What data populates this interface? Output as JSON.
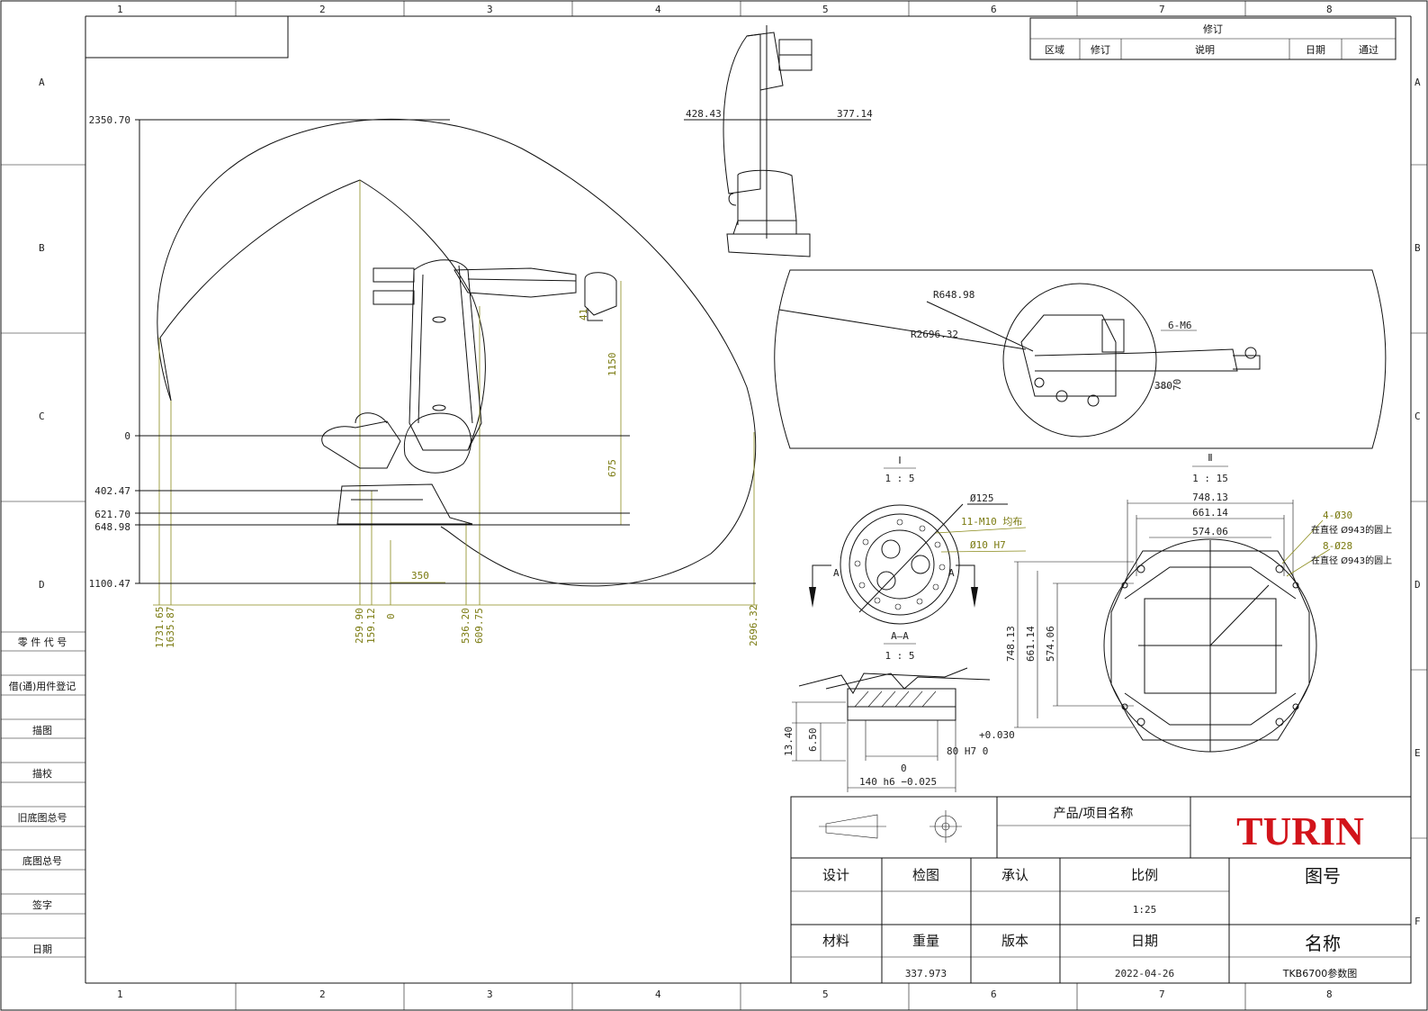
{
  "border": {
    "columns": [
      "1",
      "2",
      "3",
      "4",
      "5",
      "6",
      "7",
      "8"
    ],
    "rows": [
      "A",
      "B",
      "C",
      "D",
      "E",
      "F"
    ]
  },
  "revision_table": {
    "title": "修订",
    "headers": [
      "区域",
      "修订",
      "说明",
      "日期",
      "通过"
    ]
  },
  "left_block": {
    "labels": [
      "零 件 代 号",
      "借(通)用件登记",
      "描图",
      "描校",
      "旧底图总号",
      "底图总号",
      "签字",
      "日期"
    ]
  },
  "side_view": {
    "y_levels": [
      "2350.70",
      "0",
      "402.47",
      "621.70",
      "648.98",
      "1100.47"
    ],
    "x_dims": [
      "1731.65",
      "1635.87",
      "259.90",
      "159.12",
      "0",
      "536.20",
      "609.75",
      "2696.32"
    ],
    "extra_dims": [
      "1150",
      "675",
      "350",
      "41"
    ]
  },
  "front_view": {
    "dims": [
      "428.43",
      "377.14"
    ]
  },
  "top_view": {
    "dims": [
      "R648.98",
      "R2696.32",
      "6-M6",
      "380",
      "70"
    ]
  },
  "detail_I": {
    "label": "Ⅰ",
    "scale": "1 : 5",
    "dims": [
      "Ø125",
      "11-M10 均布",
      "Ø10  H7"
    ],
    "section_marks": [
      "A",
      "A"
    ],
    "section_label": "A—A",
    "section_scale": "1 : 5"
  },
  "detail_II": {
    "label": "Ⅱ",
    "scale": "1 : 15",
    "dims_h": [
      "748.13",
      "661.14",
      "574.06"
    ],
    "dims_v": [
      "748.13",
      "661.14",
      "574.06"
    ],
    "notes": [
      "4-Ø30",
      "在直径 Ø943的圆上",
      "8-Ø28",
      "在直径 Ø943的圆上"
    ]
  },
  "section_detail": {
    "dims": [
      "13.40",
      "6.50",
      "+0.030",
      "80 H7  0",
      "0",
      "140 h6 −0.025"
    ]
  },
  "title_block": {
    "product_label": "产品/项目名称",
    "logo": "TURIN",
    "drawing_no_label": "图号",
    "row1_labels": [
      "设计",
      "检图",
      "承认",
      "比例"
    ],
    "scale_value": "1:25",
    "row2_labels": [
      "材料",
      "重量",
      "版本",
      "日期"
    ],
    "weight_value": "337.973",
    "date_value": "2022-04-26",
    "name_label": "名称",
    "name_value": "TKB6700参数图"
  }
}
